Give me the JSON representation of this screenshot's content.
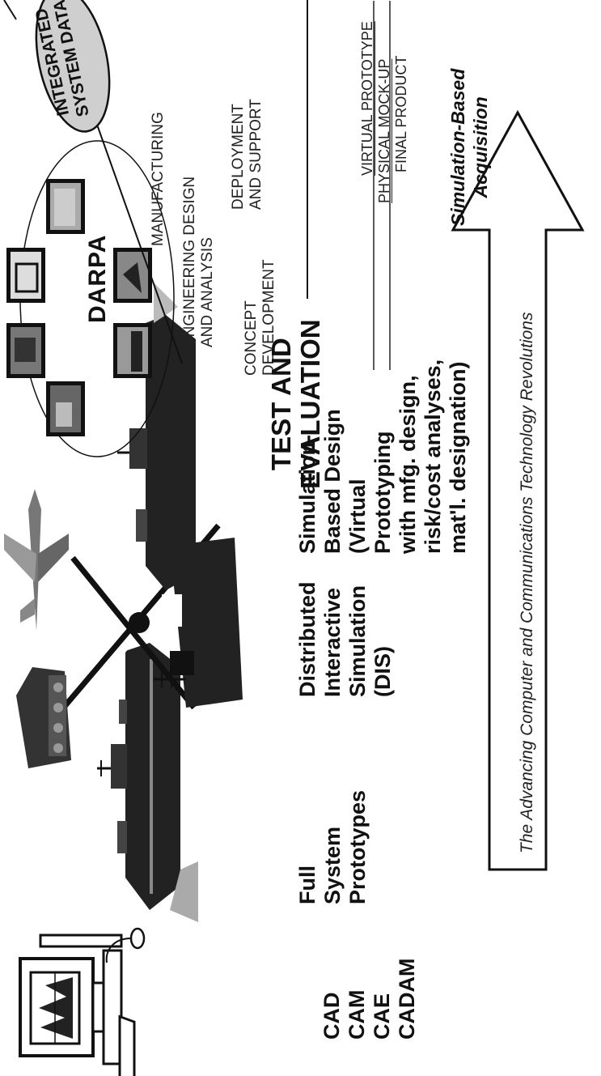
{
  "stages": [
    {
      "lines": [
        "CAD",
        "CAM",
        "CAE",
        "CADAM"
      ]
    },
    {
      "lines": [
        "Full",
        "System",
        "Prototypes"
      ]
    },
    {
      "lines": [
        "Distributed",
        "Interactive",
        "Simulation",
        "(DIS)"
      ]
    },
    {
      "lines": [
        "Simulation-",
        "Based Design",
        "(Virtual",
        "Prototyping",
        "with mfg. design,",
        "risk/cost analyses,",
        "mat'l. designation)"
      ]
    }
  ],
  "darpa_label": "DARPA",
  "integrated_system_data": {
    "line1": "INTEGRATED",
    "line2": "SYSTEM DATA"
  },
  "phases": {
    "manufacturing": "MANUFACTURING",
    "engineering": [
      "ENGINEERING DESIGN",
      "AND ANALYSIS"
    ],
    "deployment": [
      "DEPLOYMENT",
      "AND SUPPORT"
    ],
    "concept": [
      "CONCEPT",
      "DEVELOPMENT"
    ]
  },
  "test_evaluation": [
    "TEST AND",
    "EVALUATION"
  ],
  "versions": [
    "VIRTUAL PROTOTYPE",
    "PHYSICAL MOCK-UP",
    "FINAL PRODUCT"
  ],
  "simulation_based_acquisition": [
    "Simulation-Based",
    "Acquisition"
  ],
  "arrow_caption": "The Advancing Computer and Communications Technology Revolutions"
}
